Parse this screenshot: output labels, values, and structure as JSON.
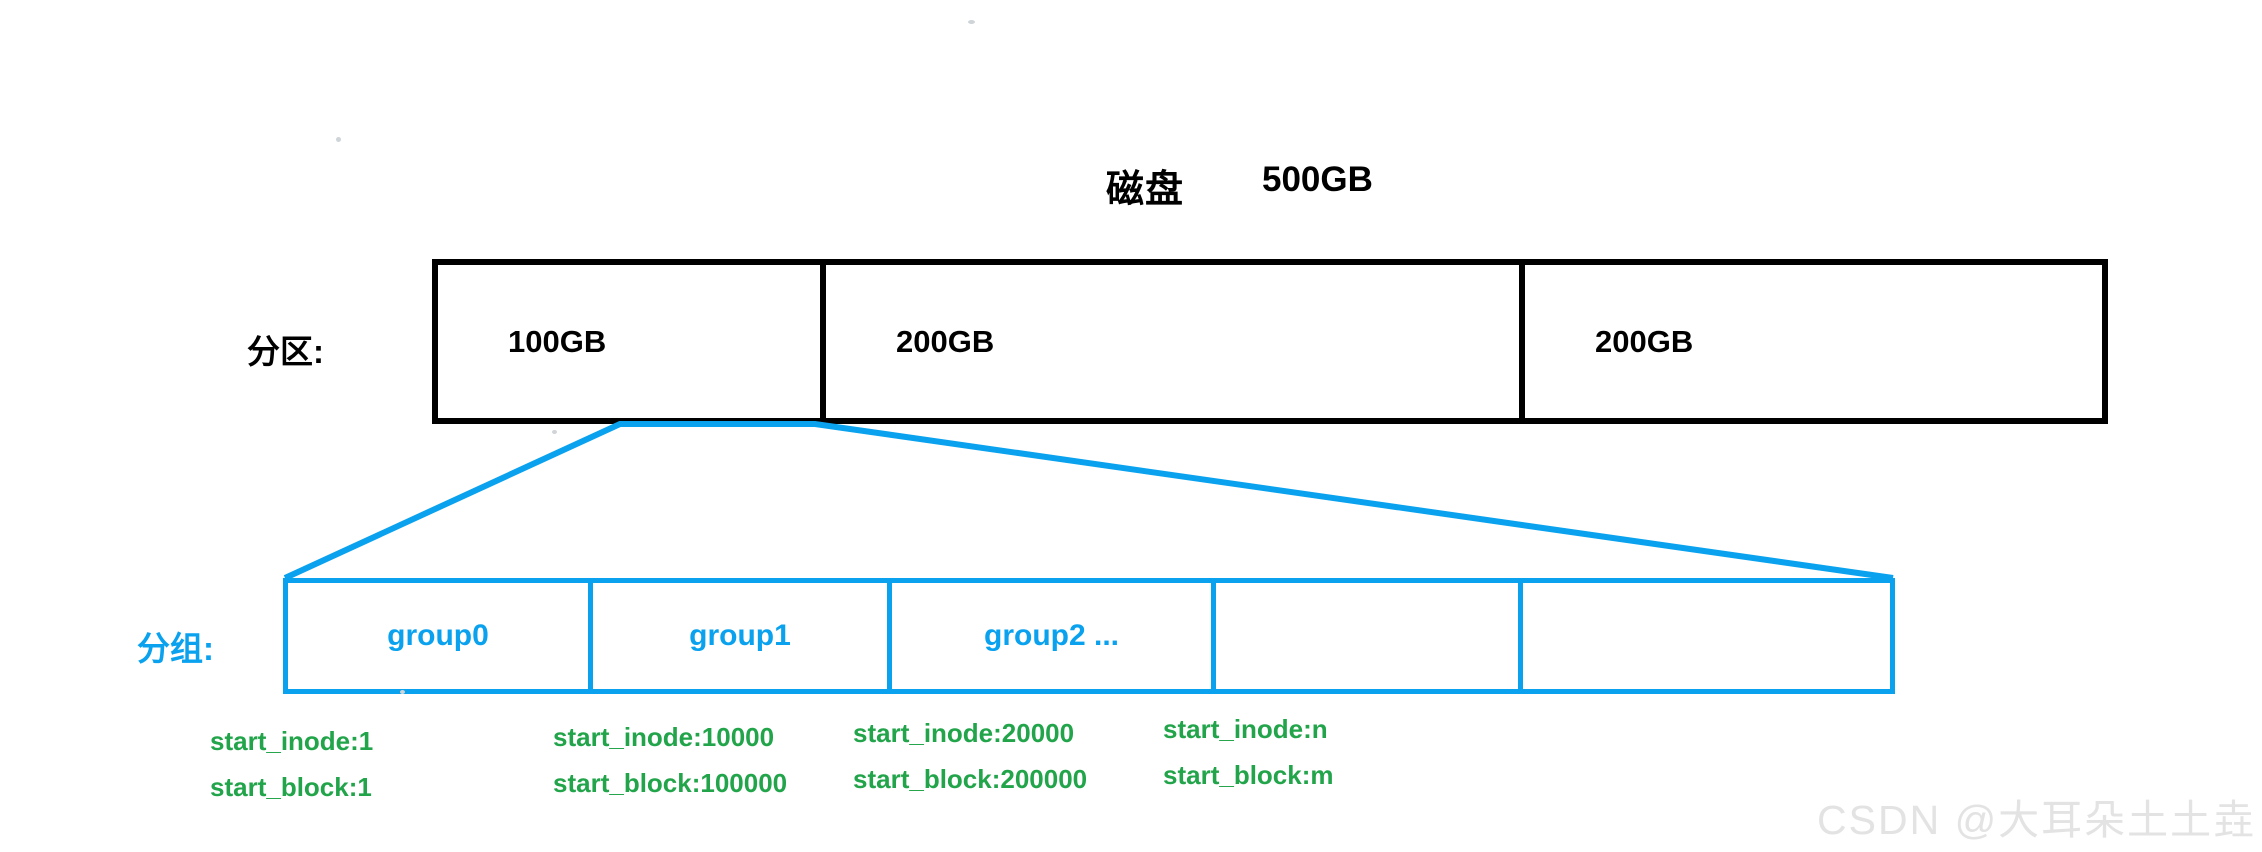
{
  "diagram": {
    "title": {
      "name": "磁盘",
      "size": "500GB"
    },
    "rows": [
      {
        "label": "分区:",
        "cells": [
          {
            "text": "100GB"
          },
          {
            "text": "200GB"
          },
          {
            "text": "200GB"
          }
        ]
      },
      {
        "label": "分组:",
        "cells": [
          {
            "text": "group0"
          },
          {
            "text": "group1"
          },
          {
            "text": "group2 ..."
          },
          {
            "text": ""
          },
          {
            "text": ""
          }
        ]
      }
    ],
    "annotations": [
      {
        "inode": "start_inode:1",
        "block": "start_block:1"
      },
      {
        "inode": "start_inode:10000",
        "block": "start_block:100000"
      },
      {
        "inode": "start_inode:20000",
        "block": "start_block:200000"
      },
      {
        "inode": "start_inode:n",
        "block": "start_block:m"
      }
    ],
    "watermark": "CSDN @大耳朵土土垚",
    "colors": {
      "partition_stroke": "#000000",
      "group_stroke": "#0aa2ee",
      "annotation_text": "#22a44a",
      "watermark_text": "#e3e3e3"
    }
  }
}
